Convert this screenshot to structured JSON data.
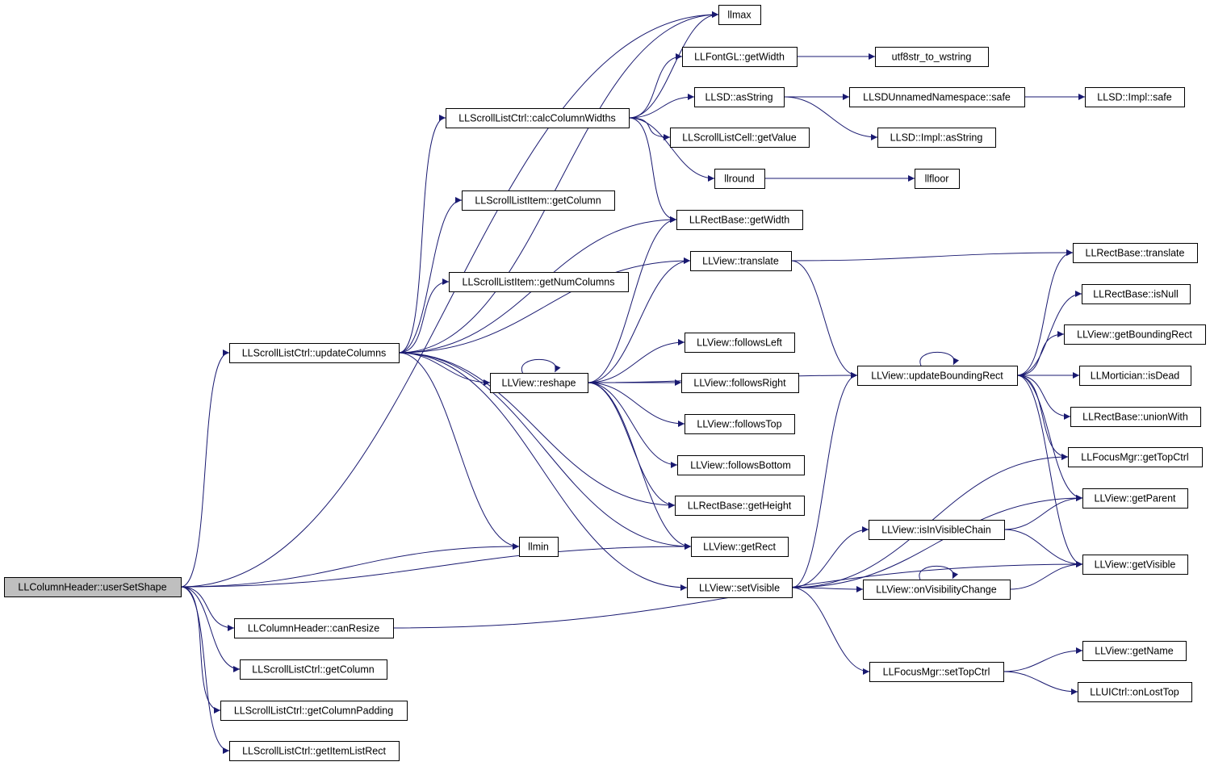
{
  "colors": {
    "edge": "#191970",
    "node_fill": "#ffffff",
    "root_fill": "#bfbfbf",
    "border": "#000000"
  },
  "nodes": [
    {
      "id": "userSetShape",
      "label": "LLColumnHeader::userSetShape",
      "root": true
    },
    {
      "id": "canResize",
      "label": "LLColumnHeader::canResize"
    },
    {
      "id": "getColumnCtrl",
      "label": "LLScrollListCtrl::getColumn"
    },
    {
      "id": "getColumnPadding",
      "label": "LLScrollListCtrl::getColumnPadding"
    },
    {
      "id": "getItemListRect",
      "label": "LLScrollListCtrl::getItemListRect"
    },
    {
      "id": "updateColumns",
      "label": "LLScrollListCtrl::updateColumns"
    },
    {
      "id": "calcColumnWidths",
      "label": "LLScrollListCtrl::calcColumnWidths"
    },
    {
      "id": "itemGetColumn",
      "label": "LLScrollListItem::getColumn"
    },
    {
      "id": "itemGetNumColumns",
      "label": "LLScrollListItem::getNumColumns"
    },
    {
      "id": "reshape",
      "label": "LLView::reshape"
    },
    {
      "id": "llmax",
      "label": "llmax"
    },
    {
      "id": "llmin",
      "label": "llmin"
    },
    {
      "id": "fontGetWidth",
      "label": "LLFontGL::getWidth"
    },
    {
      "id": "utf8str",
      "label": "utf8str_to_wstring"
    },
    {
      "id": "sdAsString",
      "label": "LLSD::asString"
    },
    {
      "id": "unnamedSafe",
      "label": "LLSDUnnamedNamespace::safe"
    },
    {
      "id": "implSafe",
      "label": "LLSD::Impl::safe"
    },
    {
      "id": "implAsString",
      "label": "LLSD::Impl::asString"
    },
    {
      "id": "cellGetValue",
      "label": "LLScrollListCell::getValue"
    },
    {
      "id": "llround",
      "label": "llround"
    },
    {
      "id": "llfloor",
      "label": "llfloor"
    },
    {
      "id": "rectGetWidth",
      "label": "LLRectBase::getWidth"
    },
    {
      "id": "viewTranslate",
      "label": "LLView::translate"
    },
    {
      "id": "rectTranslate",
      "label": "LLRectBase::translate"
    },
    {
      "id": "rectIsNull",
      "label": "LLRectBase::isNull"
    },
    {
      "id": "getBoundingRect",
      "label": "LLView::getBoundingRect"
    },
    {
      "id": "isDead",
      "label": "LLMortician::isDead"
    },
    {
      "id": "unionWith",
      "label": "LLRectBase::unionWith"
    },
    {
      "id": "updateBoundingRect",
      "label": "LLView::updateBoundingRect"
    },
    {
      "id": "followsLeft",
      "label": "LLView::followsLeft"
    },
    {
      "id": "followsRight",
      "label": "LLView::followsRight"
    },
    {
      "id": "followsTop",
      "label": "LLView::followsTop"
    },
    {
      "id": "followsBottom",
      "label": "LLView::followsBottom"
    },
    {
      "id": "rectGetHeight",
      "label": "LLRectBase::getHeight"
    },
    {
      "id": "getRect",
      "label": "LLView::getRect"
    },
    {
      "id": "setVisible",
      "label": "LLView::setVisible"
    },
    {
      "id": "getTopCtrl",
      "label": "LLFocusMgr::getTopCtrl"
    },
    {
      "id": "getParent",
      "label": "LLView::getParent"
    },
    {
      "id": "isInVisibleChain",
      "label": "LLView::isInVisibleChain"
    },
    {
      "id": "getVisible",
      "label": "LLView::getVisible"
    },
    {
      "id": "onVisibilityChange",
      "label": "LLView::onVisibilityChange"
    },
    {
      "id": "setTopCtrl",
      "label": "LLFocusMgr::setTopCtrl"
    },
    {
      "id": "getName",
      "label": "LLView::getName"
    },
    {
      "id": "onLostTop",
      "label": "LLUICtrl::onLostTop"
    }
  ],
  "edges": [
    [
      "userSetShape",
      "llmax"
    ],
    [
      "userSetShape",
      "updateColumns"
    ],
    [
      "userSetShape",
      "llmin"
    ],
    [
      "userSetShape",
      "getRect"
    ],
    [
      "userSetShape",
      "canResize"
    ],
    [
      "userSetShape",
      "getColumnCtrl"
    ],
    [
      "userSetShape",
      "getColumnPadding"
    ],
    [
      "userSetShape",
      "getItemListRect"
    ],
    [
      "canResize",
      "getVisible"
    ],
    [
      "updateColumns",
      "calcColumnWidths"
    ],
    [
      "updateColumns",
      "llmax"
    ],
    [
      "updateColumns",
      "rectGetWidth"
    ],
    [
      "updateColumns",
      "itemGetColumn"
    ],
    [
      "updateColumns",
      "itemGetNumColumns"
    ],
    [
      "updateColumns",
      "viewTranslate"
    ],
    [
      "updateColumns",
      "reshape"
    ],
    [
      "updateColumns",
      "rectGetHeight"
    ],
    [
      "updateColumns",
      "getRect"
    ],
    [
      "updateColumns",
      "setVisible"
    ],
    [
      "updateColumns",
      "llmin"
    ],
    [
      "calcColumnWidths",
      "llmax"
    ],
    [
      "calcColumnWidths",
      "fontGetWidth"
    ],
    [
      "calcColumnWidths",
      "sdAsString"
    ],
    [
      "calcColumnWidths",
      "cellGetValue"
    ],
    [
      "calcColumnWidths",
      "llround"
    ],
    [
      "calcColumnWidths",
      "rectGetWidth"
    ],
    [
      "fontGetWidth",
      "utf8str"
    ],
    [
      "sdAsString",
      "unnamedSafe"
    ],
    [
      "sdAsString",
      "implAsString"
    ],
    [
      "unnamedSafe",
      "implSafe"
    ],
    [
      "llround",
      "llfloor"
    ],
    [
      "reshape",
      "reshape"
    ],
    [
      "reshape",
      "rectGetWidth"
    ],
    [
      "reshape",
      "viewTranslate"
    ],
    [
      "reshape",
      "updateBoundingRect"
    ],
    [
      "reshape",
      "followsLeft"
    ],
    [
      "reshape",
      "followsRight"
    ],
    [
      "reshape",
      "followsTop"
    ],
    [
      "reshape",
      "followsBottom"
    ],
    [
      "reshape",
      "rectGetHeight"
    ],
    [
      "reshape",
      "getRect"
    ],
    [
      "viewTranslate",
      "rectTranslate"
    ],
    [
      "viewTranslate",
      "updateBoundingRect"
    ],
    [
      "updateBoundingRect",
      "updateBoundingRect"
    ],
    [
      "updateBoundingRect",
      "rectTranslate"
    ],
    [
      "updateBoundingRect",
      "rectIsNull"
    ],
    [
      "updateBoundingRect",
      "getBoundingRect"
    ],
    [
      "updateBoundingRect",
      "isDead"
    ],
    [
      "updateBoundingRect",
      "unionWith"
    ],
    [
      "updateBoundingRect",
      "getTopCtrl"
    ],
    [
      "updateBoundingRect",
      "getParent"
    ],
    [
      "updateBoundingRect",
      "getVisible"
    ],
    [
      "setVisible",
      "updateBoundingRect"
    ],
    [
      "setVisible",
      "getTopCtrl"
    ],
    [
      "setVisible",
      "getParent"
    ],
    [
      "setVisible",
      "isInVisibleChain"
    ],
    [
      "setVisible",
      "onVisibilityChange"
    ],
    [
      "setVisible",
      "setTopCtrl"
    ],
    [
      "isInVisibleChain",
      "getParent"
    ],
    [
      "isInVisibleChain",
      "getVisible"
    ],
    [
      "onVisibilityChange",
      "onVisibilityChange"
    ],
    [
      "onVisibilityChange",
      "getVisible"
    ],
    [
      "setTopCtrl",
      "getName"
    ],
    [
      "setTopCtrl",
      "onLostTop"
    ]
  ]
}
